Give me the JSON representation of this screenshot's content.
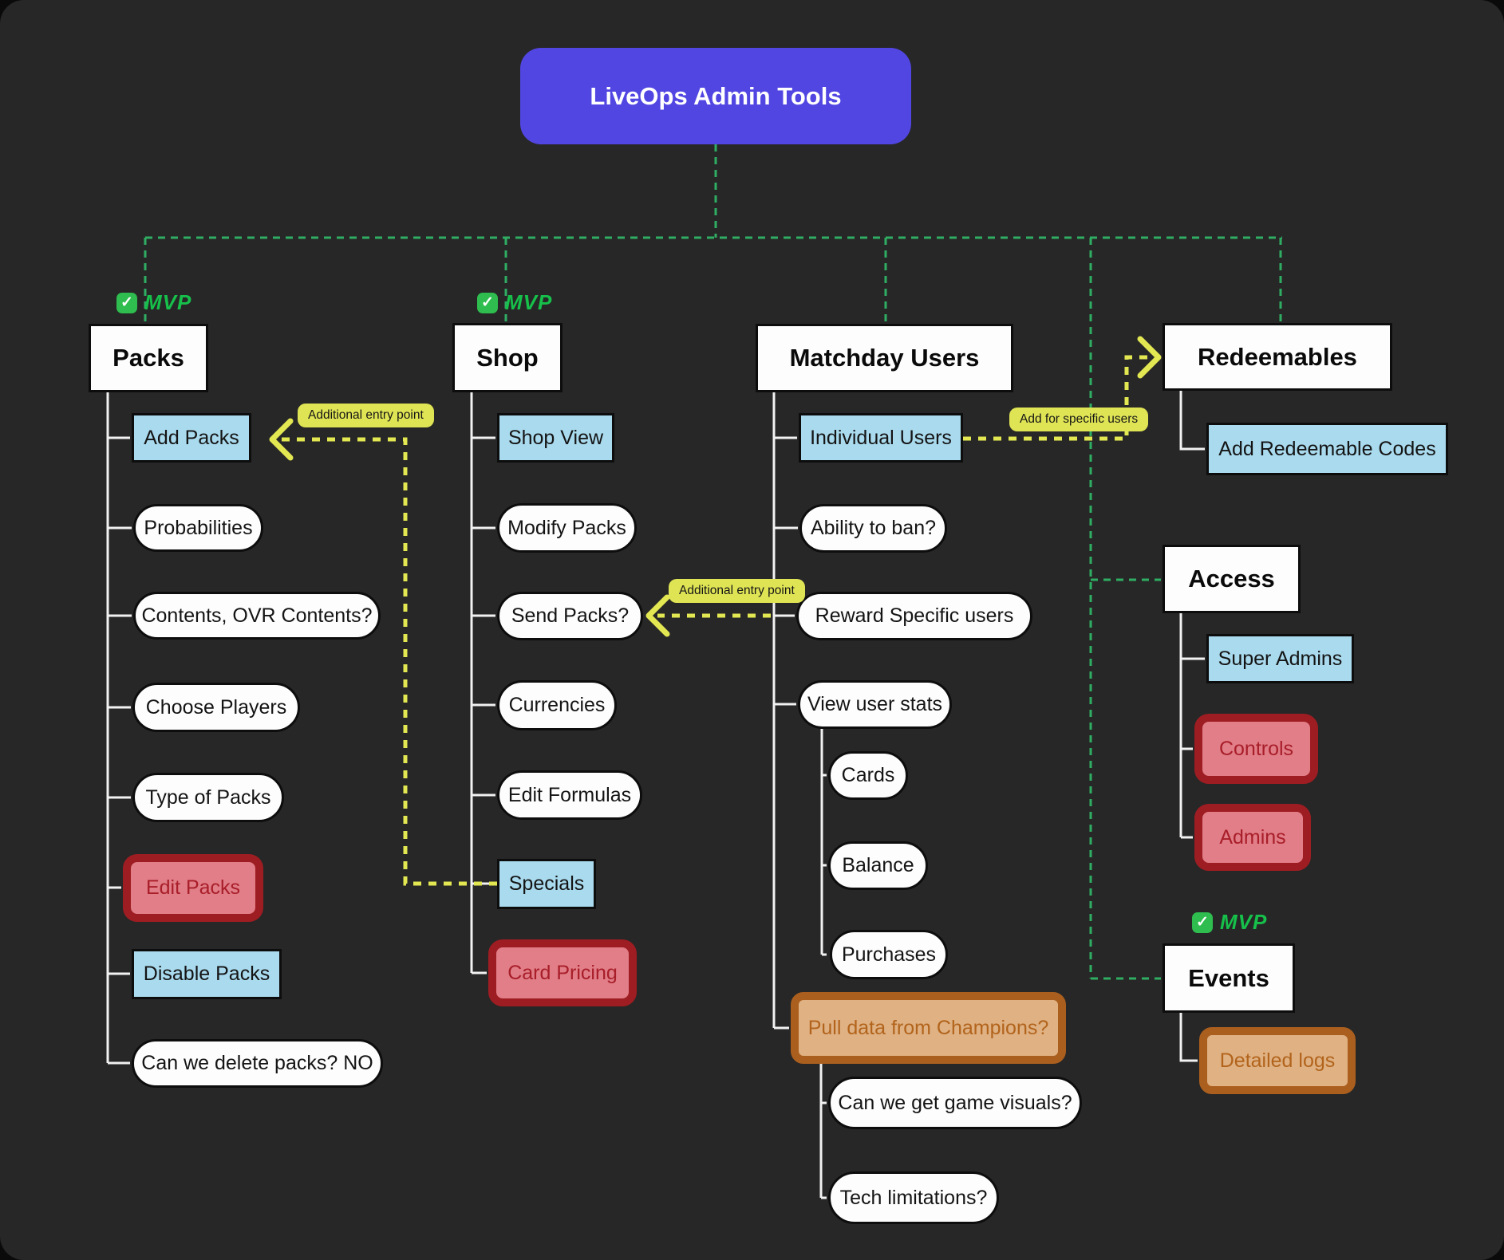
{
  "title": {
    "label": "LiveOps Admin Tools"
  },
  "colors": {
    "background": "#272727",
    "title_bg": "#5246e3",
    "green_connector": "#2fae63",
    "mvp_green": "#16c04a",
    "yellow_connector": "#e3e852",
    "note_bg": "#dfe454",
    "blue_node_bg": "#a9daee",
    "red_node_border": "#9e1d22",
    "red_node_bg": "#e17e88",
    "red_node_text": "#a81e29",
    "orange_node_border": "#ab5f1e",
    "orange_node_bg": "#dfb183",
    "orange_node_text": "#b2641c",
    "tree_line": "#f2f2f2"
  },
  "mvp_badges": [
    {
      "for": "packs",
      "check_icon": "✓",
      "label": "MVP"
    },
    {
      "for": "shop",
      "check_icon": "✓",
      "label": "MVP"
    },
    {
      "for": "events",
      "check_icon": "✓",
      "label": "MVP"
    }
  ],
  "notes": [
    {
      "label": "Additional entry point",
      "points_to": "add-packs"
    },
    {
      "label": "Additional entry point",
      "points_to": "send-packs"
    },
    {
      "label": "Add for specific users",
      "points_to": "redeemables"
    }
  ],
  "nodes": [
    {
      "id": "packs",
      "kind": "category",
      "label": "Packs"
    },
    {
      "id": "shop",
      "kind": "category",
      "label": "Shop"
    },
    {
      "id": "matchday-users",
      "kind": "category",
      "label": "Matchday Users"
    },
    {
      "id": "redeemables",
      "kind": "category",
      "label": "Redeemables"
    },
    {
      "id": "access",
      "kind": "category",
      "label": "Access"
    },
    {
      "id": "events",
      "kind": "category",
      "label": "Events"
    },
    {
      "id": "add-packs",
      "kind": "blue",
      "label": "Add Packs"
    },
    {
      "id": "probabilities",
      "kind": "pill",
      "label": "Probabilities"
    },
    {
      "id": "contents-ovr",
      "kind": "pill",
      "label": "Contents, OVR Contents?"
    },
    {
      "id": "choose-players",
      "kind": "pill",
      "label": "Choose Players"
    },
    {
      "id": "type-of-packs",
      "kind": "pill",
      "label": "Type of Packs"
    },
    {
      "id": "edit-packs",
      "kind": "red",
      "label": "Edit Packs"
    },
    {
      "id": "disable-packs",
      "kind": "blue",
      "label": "Disable Packs"
    },
    {
      "id": "can-we-delete-packs",
      "kind": "pill",
      "label": "Can we delete packs? NO"
    },
    {
      "id": "shop-view",
      "kind": "blue",
      "label": "Shop View"
    },
    {
      "id": "modify-packs",
      "kind": "pill",
      "label": "Modify Packs"
    },
    {
      "id": "send-packs",
      "kind": "pill",
      "label": "Send Packs?"
    },
    {
      "id": "currencies",
      "kind": "pill",
      "label": "Currencies"
    },
    {
      "id": "edit-formulas",
      "kind": "pill",
      "label": "Edit Formulas"
    },
    {
      "id": "specials",
      "kind": "blue",
      "label": "Specials"
    },
    {
      "id": "card-pricing",
      "kind": "red",
      "label": "Card Pricing"
    },
    {
      "id": "individual-users",
      "kind": "blue",
      "label": "Individual Users"
    },
    {
      "id": "ability-to-ban",
      "kind": "pill",
      "label": "Ability to ban?"
    },
    {
      "id": "reward-specific-users",
      "kind": "pill",
      "label": "Reward Specific users"
    },
    {
      "id": "view-user-stats",
      "kind": "pill",
      "label": "View user stats"
    },
    {
      "id": "cards",
      "kind": "pill",
      "label": "Cards"
    },
    {
      "id": "balance",
      "kind": "pill",
      "label": "Balance"
    },
    {
      "id": "purchases",
      "kind": "pill",
      "label": "Purchases"
    },
    {
      "id": "pull-data-from-champions",
      "kind": "orange",
      "label": "Pull data from Champions?"
    },
    {
      "id": "can-we-get-game-visuals",
      "kind": "pill",
      "label": "Can we get game visuals?"
    },
    {
      "id": "tech-limitations",
      "kind": "pill",
      "label": "Tech limitations?"
    },
    {
      "id": "add-redeemable-codes",
      "kind": "blue",
      "label": "Add Redeemable Codes"
    },
    {
      "id": "super-admins",
      "kind": "blue",
      "label": "Super Admins"
    },
    {
      "id": "controls",
      "kind": "red",
      "label": "Controls"
    },
    {
      "id": "admins",
      "kind": "red",
      "label": "Admins"
    },
    {
      "id": "detailed-logs",
      "kind": "orange",
      "label": "Detailed logs"
    }
  ]
}
